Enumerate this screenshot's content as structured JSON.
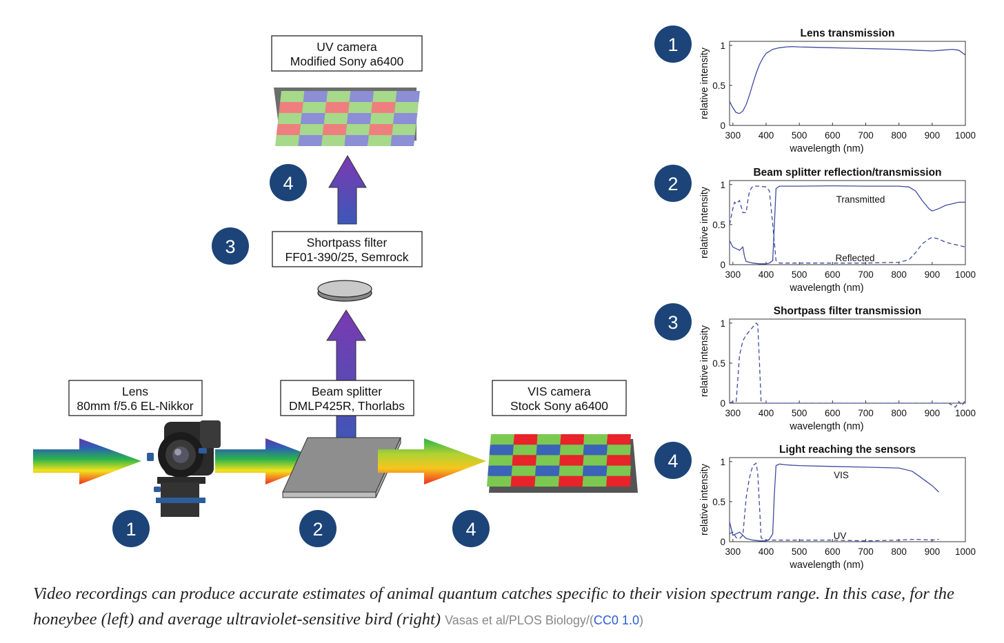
{
  "diagram": {
    "boxes": {
      "uv_camera": [
        "UV camera",
        "Modified Sony a6400"
      ],
      "shortpass": [
        "Shortpass filter",
        "FF01-390/25, Semrock"
      ],
      "lens": [
        "Lens",
        "80mm f/5.6 EL-Nikkor"
      ],
      "beam_splitter": [
        "Beam splitter",
        "DMLP425R, Thorlabs"
      ],
      "vis_camera": [
        "VIS camera",
        "Stock Sony a6400"
      ]
    },
    "badges": [
      "1",
      "2",
      "3",
      "4"
    ],
    "badge_color": "#1c4478",
    "arrow_purple": "#6a35a8",
    "sensor_colors": {
      "red": "#e8232a",
      "green": "#7dc850",
      "blue": "#3b63b8"
    }
  },
  "chart_data": [
    {
      "type": "line",
      "badge": "1",
      "title": "Lens transmission",
      "xlabel": "wavelength (nm)",
      "ylabel": "relative intensity",
      "xlim": [
        290,
        1000
      ],
      "ylim": [
        0,
        1.05
      ],
      "xticks": [
        "300",
        "400",
        "500",
        "600",
        "700",
        "800",
        "900",
        "1000"
      ],
      "yticks": [
        "0",
        "0.5",
        "1"
      ],
      "series": [
        {
          "style": "solid",
          "x": [
            290,
            300,
            310,
            320,
            330,
            340,
            350,
            360,
            370,
            380,
            390,
            400,
            420,
            440,
            460,
            480,
            500,
            550,
            600,
            650,
            700,
            750,
            800,
            850,
            900,
            930,
            960,
            980,
            1000
          ],
          "y": [
            0.3,
            0.22,
            0.16,
            0.15,
            0.18,
            0.26,
            0.38,
            0.52,
            0.65,
            0.76,
            0.84,
            0.9,
            0.95,
            0.97,
            0.98,
            0.985,
            0.98,
            0.975,
            0.97,
            0.965,
            0.96,
            0.955,
            0.95,
            0.94,
            0.93,
            0.94,
            0.95,
            0.94,
            0.88
          ]
        }
      ],
      "annotations": []
    },
    {
      "type": "line",
      "badge": "2",
      "title": "Beam splitter reflection/transmission",
      "xlabel": "wavelength (nm)",
      "ylabel": "relative intensity",
      "xlim": [
        290,
        1000
      ],
      "ylim": [
        0,
        1.05
      ],
      "xticks": [
        "300",
        "400",
        "500",
        "600",
        "700",
        "800",
        "900",
        "1000"
      ],
      "yticks": [
        "0",
        "0.5",
        "1"
      ],
      "series": [
        {
          "name": "Transmitted",
          "style": "solid",
          "x": [
            290,
            300,
            310,
            320,
            330,
            335,
            340,
            360,
            380,
            400,
            410,
            420,
            425,
            430,
            440,
            460,
            500,
            600,
            700,
            800,
            830,
            850,
            870,
            890,
            900,
            920,
            940,
            960,
            980,
            1000
          ],
          "y": [
            0.3,
            0.22,
            0.2,
            0.18,
            0.22,
            0.1,
            0.04,
            0.02,
            0.01,
            0.01,
            0.02,
            0.05,
            0.5,
            0.95,
            0.98,
            0.98,
            0.98,
            0.985,
            0.98,
            0.98,
            0.97,
            0.92,
            0.8,
            0.7,
            0.67,
            0.7,
            0.74,
            0.76,
            0.78,
            0.78
          ]
        },
        {
          "name": "Reflected",
          "style": "dashed",
          "x": [
            290,
            300,
            305,
            310,
            320,
            330,
            340,
            345,
            350,
            360,
            380,
            400,
            410,
            420,
            430,
            440,
            460,
            500,
            600,
            700,
            800,
            830,
            850,
            870,
            890,
            900,
            920,
            940,
            960,
            980,
            1000
          ],
          "y": [
            0.5,
            0.7,
            0.78,
            0.76,
            0.8,
            0.65,
            0.65,
            0.8,
            0.92,
            0.98,
            0.98,
            0.97,
            0.92,
            0.5,
            0.05,
            0.02,
            0.02,
            0.02,
            0.02,
            0.02,
            0.03,
            0.06,
            0.15,
            0.26,
            0.32,
            0.34,
            0.32,
            0.28,
            0.26,
            0.24,
            0.22
          ]
        }
      ],
      "annotations": [
        "Transmitted",
        "Reflected"
      ]
    },
    {
      "type": "line",
      "badge": "3",
      "title": "Shortpass filter transmission",
      "xlabel": "wavelength (nm)",
      "ylabel": "relative intensity",
      "xlim": [
        290,
        1000
      ],
      "ylim": [
        0,
        1.05
      ],
      "xticks": [
        "300",
        "400",
        "500",
        "600",
        "700",
        "800",
        "900",
        "1000"
      ],
      "yticks": [
        "0",
        "0.5",
        "1"
      ],
      "series": [
        {
          "style": "dashed",
          "x": [
            290,
            300,
            310,
            320,
            330,
            340,
            350,
            360,
            370,
            375,
            380,
            385,
            400,
            500,
            600,
            700,
            800,
            900,
            950,
            970,
            980,
            990,
            1000
          ],
          "y": [
            0.0,
            0.02,
            0.02,
            0.6,
            0.78,
            0.85,
            0.9,
            0.95,
            1.0,
            0.98,
            0.5,
            0.0,
            0.0,
            0.0,
            0.0,
            0.0,
            0.0,
            0.0,
            0.0,
            -0.05,
            0.02,
            -0.03,
            0.04
          ]
        }
      ],
      "annotations": []
    },
    {
      "type": "line",
      "badge": "4",
      "title": "Light reaching the sensors",
      "xlabel": "wavelength (nm)",
      "ylabel": "relative intensity",
      "xlim": [
        290,
        1000
      ],
      "ylim": [
        0,
        1.05
      ],
      "xticks": [
        "300",
        "400",
        "500",
        "600",
        "700",
        "800",
        "900",
        "1000"
      ],
      "yticks": [
        "0",
        "0.5",
        "1"
      ],
      "series": [
        {
          "name": "VIS",
          "style": "solid",
          "x": [
            290,
            300,
            310,
            320,
            330,
            340,
            360,
            380,
            400,
            410,
            420,
            425,
            430,
            440,
            460,
            500,
            600,
            700,
            800,
            840,
            860,
            880,
            900,
            910,
            920
          ],
          "y": [
            0.25,
            0.08,
            0.1,
            0.12,
            0.08,
            0.04,
            0.02,
            0.01,
            0.01,
            0.03,
            0.1,
            0.6,
            0.95,
            0.97,
            0.96,
            0.95,
            0.94,
            0.93,
            0.92,
            0.88,
            0.82,
            0.76,
            0.7,
            0.66,
            0.62
          ]
        },
        {
          "name": "UV",
          "style": "dashed",
          "x": [
            290,
            300,
            310,
            320,
            330,
            340,
            350,
            360,
            370,
            375,
            380,
            385,
            390,
            400,
            500,
            600,
            700,
            800,
            850,
            900,
            920
          ],
          "y": [
            0.1,
            0.12,
            0.05,
            0.04,
            0.08,
            0.55,
            0.8,
            0.95,
            0.98,
            0.85,
            0.45,
            0.05,
            0.03,
            0.02,
            0.02,
            0.02,
            0.01,
            0.02,
            0.03,
            0.02,
            0.03
          ]
        }
      ],
      "annotations": [
        "VIS",
        "UV"
      ]
    }
  ],
  "caption": {
    "text": "Video recordings can produce accurate estimates of animal quantum catches specific to their vision spectrum range. In this case, for the honeybee (left) and average ultraviolet-sensitive bird (right) ",
    "credit_prefix": "Vasas et al/PLOS Biology/(",
    "credit_link": "CC0 1.0",
    "credit_suffix": ")"
  }
}
